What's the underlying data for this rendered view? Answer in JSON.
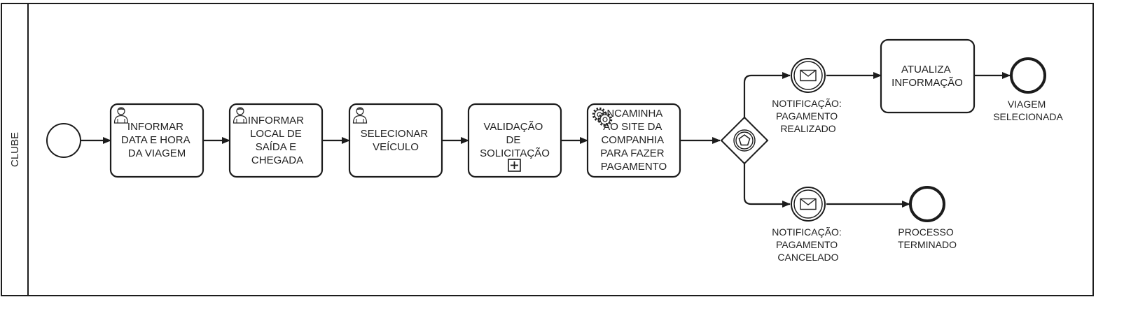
{
  "pool": {
    "lane_label": "CLUBE"
  },
  "tasks": {
    "informar_data": [
      "INFORMAR",
      "DATA E HORA",
      "DA VIAGEM"
    ],
    "informar_local": [
      "INFORMAR",
      "LOCAL DE",
      "SAÍDA E",
      "CHEGADA"
    ],
    "selecionar_veiculo": [
      "SELECIONAR",
      "VEÍCULO"
    ],
    "validacao": [
      "VALIDAÇÃO",
      "DE",
      "SOLICITAÇÃO"
    ],
    "encaminha": [
      "NCAMINHA",
      "AO SITE DA",
      "COMPANHIA",
      "PARA FAZER",
      "PAGAMENTO"
    ],
    "atualiza": [
      "ATUALIZA",
      "INFORMAÇÃO"
    ]
  },
  "events": {
    "notif_realizado": [
      "NOTIFICAÇÃO:",
      "PAGAMENTO",
      "REALIZADO"
    ],
    "notif_cancelado": [
      "NOTIFICAÇÃO:",
      "PAGAMENTO",
      "CANCELADO"
    ],
    "viagem_selecionada": [
      "VIAGEM",
      "SELECIONADA"
    ],
    "processo_terminado": [
      "PROCESSO",
      "TERMINADO"
    ]
  },
  "icons": {
    "user_task": "user-icon",
    "service_task": "gear-icon",
    "subprocess": "plus-box-icon",
    "message_event": "envelope-icon",
    "event_gateway": "pentagon-icon"
  },
  "colors": {
    "stroke": "#1c1c1c",
    "background": "#ffffff",
    "text": "#222222"
  }
}
